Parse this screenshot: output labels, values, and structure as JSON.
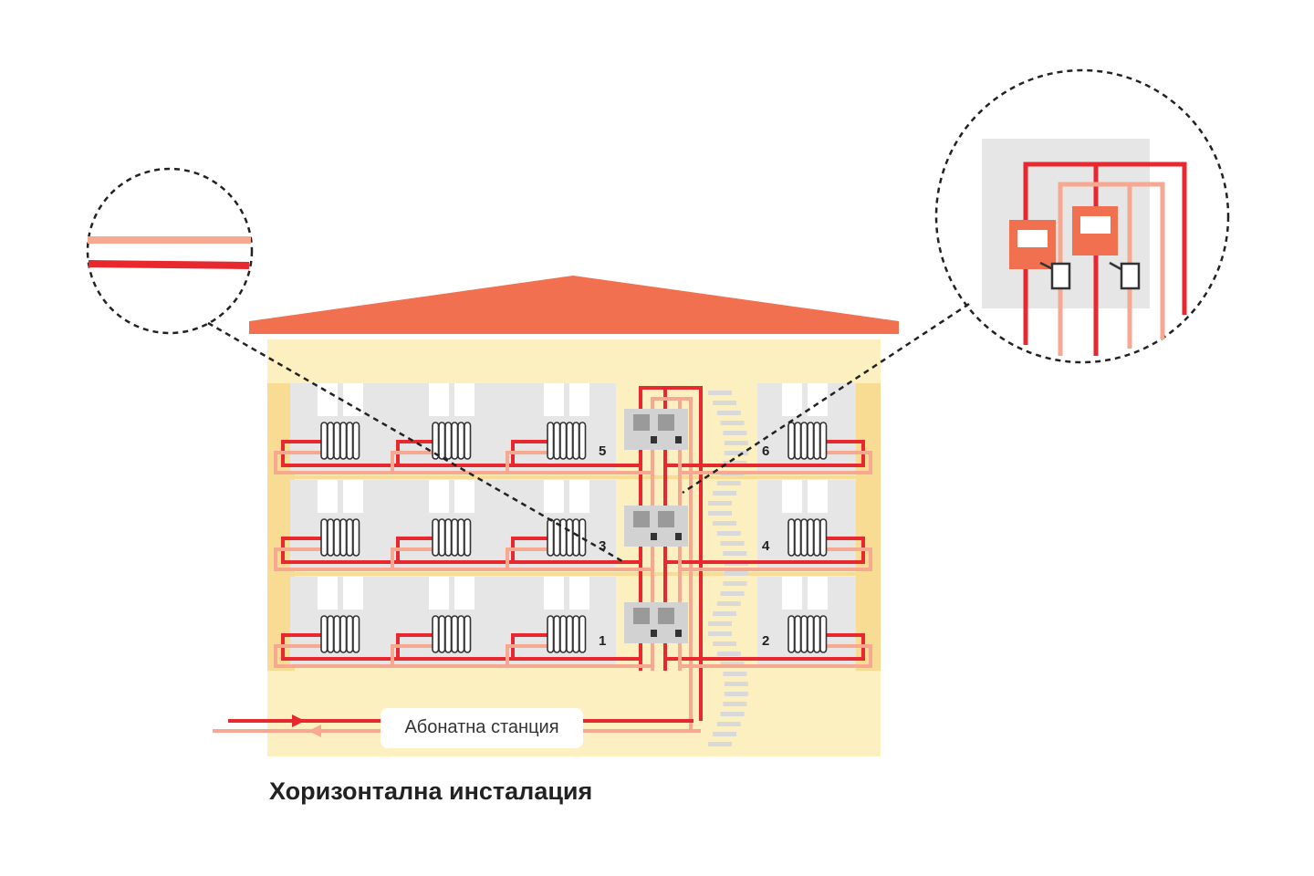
{
  "caption": "Хоризонтална инсталация",
  "station_label": "Абонатна станция",
  "apartments": [
    "1",
    "2",
    "3",
    "4",
    "5",
    "6"
  ],
  "colors": {
    "roof": "#f07050",
    "facade": "#fdf0c0",
    "facade_edge": "#f9dc94",
    "interior": "#e6e6e6",
    "supply_pipe": "#e8282f",
    "return_pipe": "#f6a890",
    "meter": "#f07050",
    "dashed": "#222222"
  },
  "icons": [
    "radiator-icon",
    "window-icon",
    "heat-meter-icon",
    "valve-icon",
    "flow-arrow-icon",
    "staircase-icon"
  ]
}
